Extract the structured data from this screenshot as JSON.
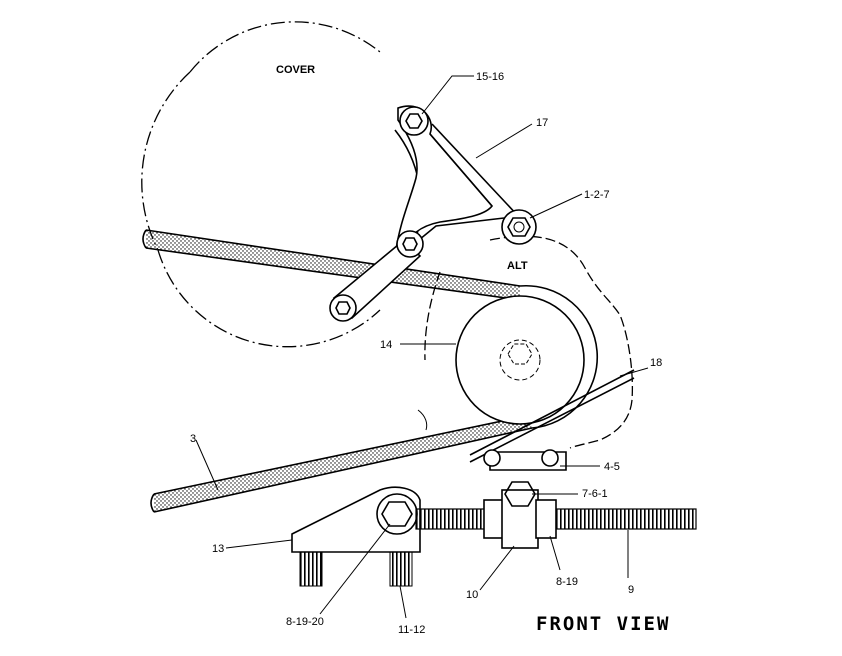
{
  "labels": {
    "cover": "COVER",
    "alt": "ALT",
    "front_view": "FRONT VIEW"
  },
  "callouts": {
    "c15_16": "15-16",
    "c17": "17",
    "c1_2_7": "1-2-7",
    "c14": "14",
    "c18": "18",
    "c3": "3",
    "c4_5": "4-5",
    "c7_6_1": "7-6-1",
    "c13": "13",
    "c9": "9",
    "c8_19": "8-19",
    "c10": "10",
    "c8_19_20": "8-19-20",
    "c11_12": "11-12"
  }
}
